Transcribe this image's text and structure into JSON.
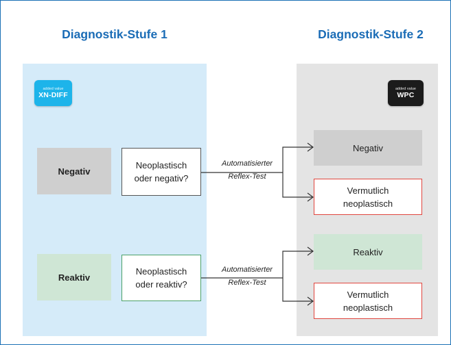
{
  "stages": [
    {
      "title": "Diagnostik-Stufe 1"
    },
    {
      "title": "Diagnostik-Stufe 2"
    }
  ],
  "chips": [
    {
      "small": "added value",
      "big": "XN-DIFF",
      "color": "#1db4ea"
    },
    {
      "small": "added value",
      "big": "WPC",
      "color": "#1b1b1b"
    }
  ],
  "results": {
    "negativ": "Negativ",
    "reaktiv": "Reaktiv"
  },
  "questions": {
    "q1_line1": "Neoplastisch",
    "q1_line2": "oder negativ?",
    "q2_line1": "Neoplastisch",
    "q2_line2": "oder reaktiv?"
  },
  "reflex": {
    "line1": "Automatisierter",
    "line2": "Reflex-Test"
  },
  "outcomes": {
    "negativ": "Negativ",
    "vermutlich_1a": "Vermutlich",
    "vermutlich_1b": "neoplastisch",
    "reaktiv": "Reaktiv",
    "vermutlich_2a": "Vermutlich",
    "vermutlich_2b": "neoplastisch"
  },
  "colors": {
    "title_blue": "#1a6cb6",
    "panel1_bg": "#d5ebf9",
    "panel2_bg": "#e4e4e4",
    "negative_gray": "#cfcfcf",
    "reactive_green": "#cfe6d5",
    "neoplastic_red": "#e0443c",
    "question2_border": "#4aa168"
  }
}
